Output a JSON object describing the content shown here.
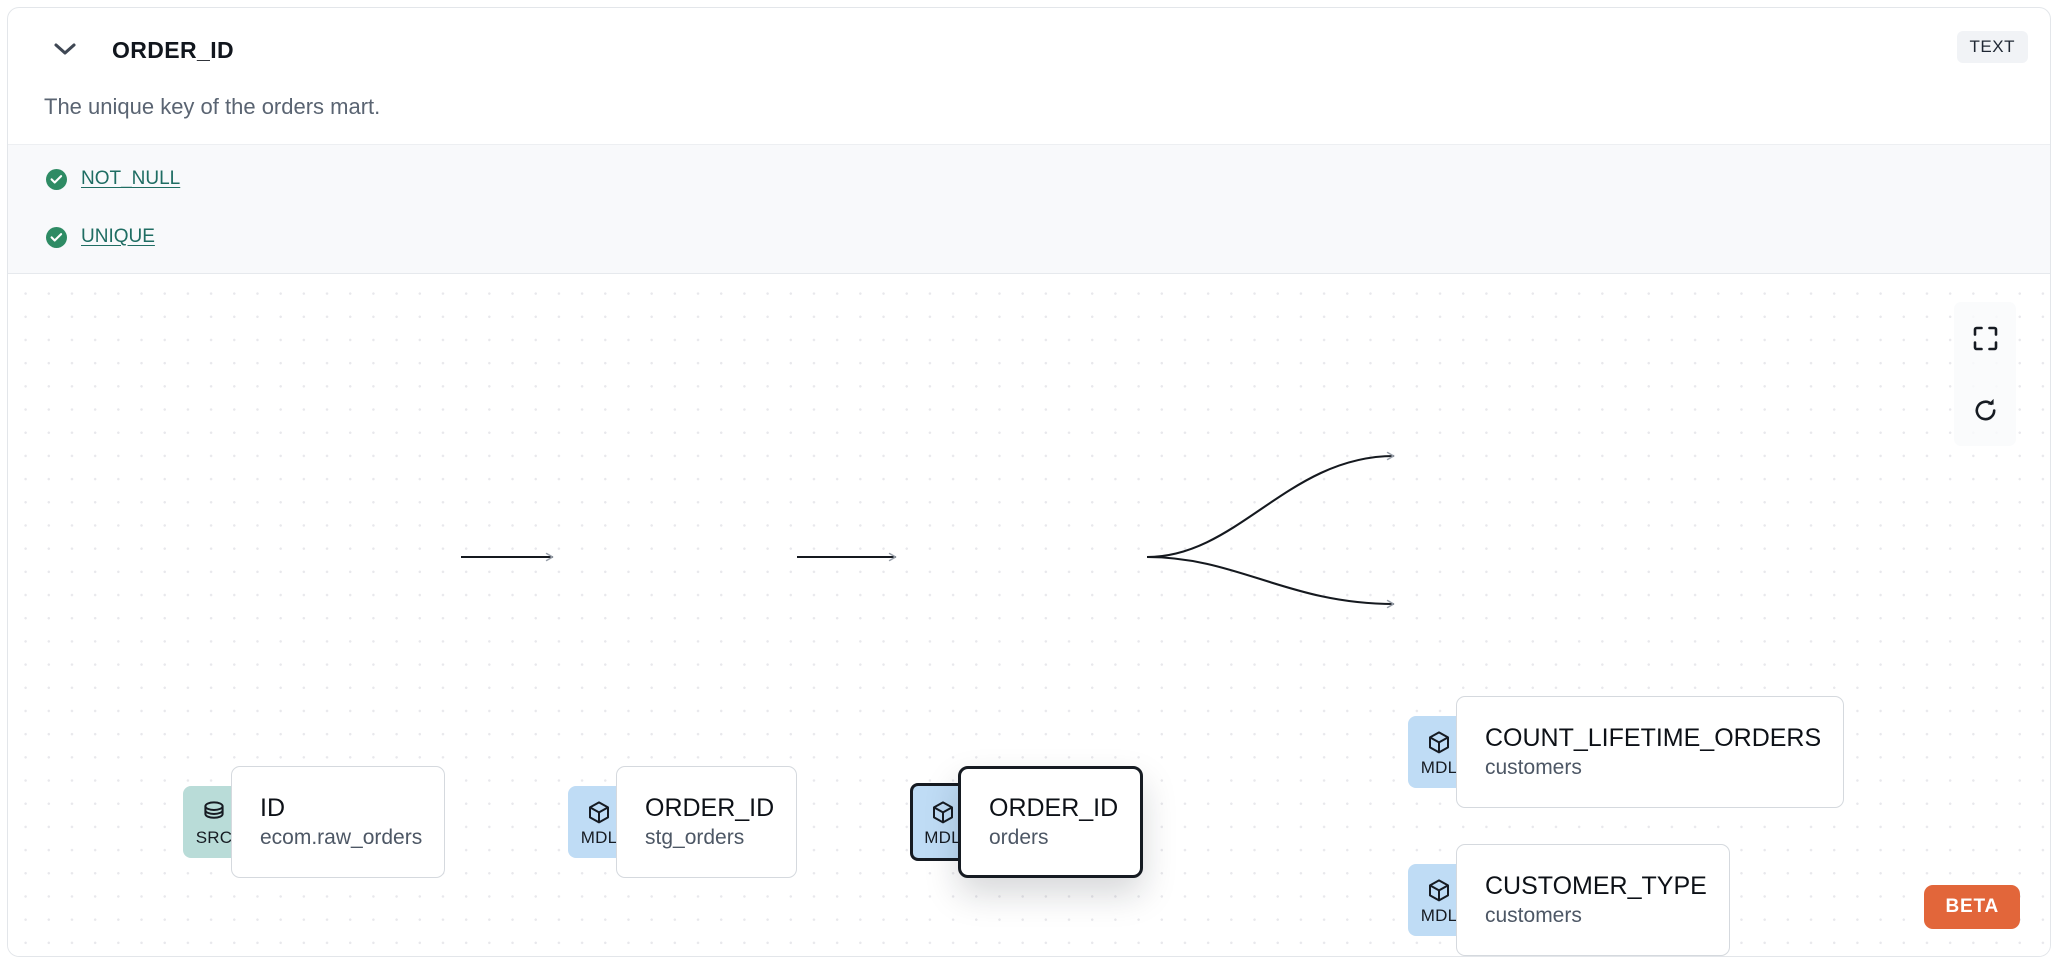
{
  "header": {
    "title": "ORDER_ID",
    "collapse_icon": "chevron-down-icon",
    "type_badge": "TEXT",
    "description": "The unique key of the orders mart."
  },
  "tests": {
    "items": [
      {
        "label": "NOT_NULL",
        "status": "passed",
        "status_icon": "check-circle-icon"
      },
      {
        "label": "UNIQUE",
        "status": "passed",
        "status_icon": "check-circle-icon"
      }
    ]
  },
  "lineage": {
    "nodes": [
      {
        "id": "src-id",
        "badge": "SRC",
        "badge_icon": "database-icon",
        "name": "ID",
        "subtitle": "ecom.raw_orders",
        "selected": false
      },
      {
        "id": "mdl-stg",
        "badge": "MDL",
        "badge_icon": "cube-icon",
        "name": "ORDER_ID",
        "subtitle": "stg_orders",
        "selected": false
      },
      {
        "id": "mdl-orders",
        "badge": "MDL",
        "badge_icon": "cube-icon",
        "name": "ORDER_ID",
        "subtitle": "orders",
        "selected": true
      },
      {
        "id": "mdl-count",
        "badge": "MDL",
        "badge_icon": "cube-icon",
        "name": "COUNT_LIFETIME_ORDERS",
        "subtitle": "customers",
        "selected": false
      },
      {
        "id": "mdl-custtype",
        "badge": "MDL",
        "badge_icon": "cube-icon",
        "name": "CUSTOMER_TYPE",
        "subtitle": "customers",
        "selected": false
      }
    ],
    "controls": [
      {
        "id": "fit-view",
        "icon": "fit-screen-icon"
      },
      {
        "id": "refresh",
        "icon": "refresh-icon"
      }
    ],
    "beta_label": "BETA"
  },
  "colors": {
    "src_badge": "#b9dcd8",
    "mdl_badge": "#bfdcf5",
    "test_pass": "#2e8b64",
    "test_link": "#1f6d63",
    "beta": "#e2663a",
    "selected_border": "#161b22",
    "panel_bg": "#f8f9fb"
  }
}
